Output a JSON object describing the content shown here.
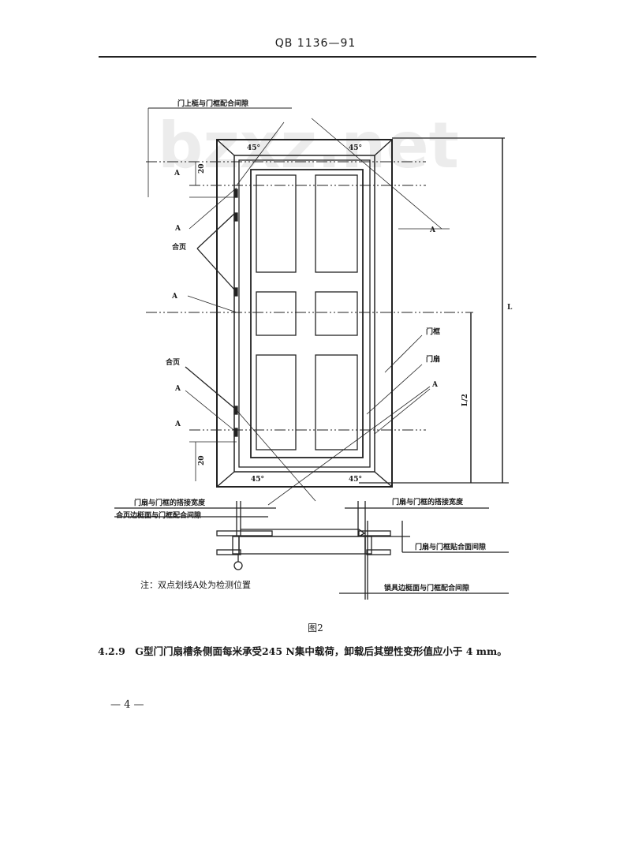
{
  "header": {
    "standard_no": "QB 1136—91"
  },
  "watermark": "bzxz.net",
  "figure": {
    "labels": {
      "top_gap": "门上梃与门框配合间隙",
      "a": "A",
      "hinge": "合页",
      "frame": "门框",
      "leaf": "门扇",
      "length": "L",
      "half_length": "L/2",
      "dim_20": "20",
      "angle": "45°",
      "overlap_left": "门扇与门框的搭接宽度",
      "hinge_gap": "合页边梃面与门框配合间隙",
      "overlap_right": "门扇与门框的搭接宽度",
      "contact_gap": "门扇与门框贴合面间隙",
      "lock_gap": "锁具边梃面与门框配合间隙"
    },
    "note": "注：双点划线A处为检测位置",
    "caption": "图2"
  },
  "paragraph": "4.2.9　G型门门扇槽条侧面每米承受245 N集中载荷，卸载后其塑性变形值应小于 4 mm。",
  "page_number": "— 4 —"
}
